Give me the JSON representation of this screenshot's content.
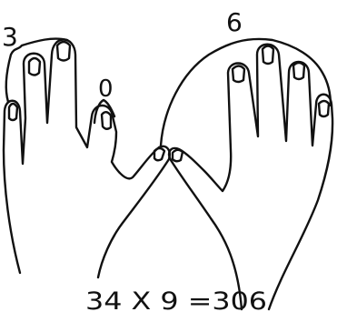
{
  "diagram": {
    "left_group_count": "3",
    "bent_finger_value": "0",
    "right_group_count": "6",
    "equation": "34 X 9 =306"
  },
  "colors": {
    "ink": "#111111",
    "background": "#ffffff"
  }
}
